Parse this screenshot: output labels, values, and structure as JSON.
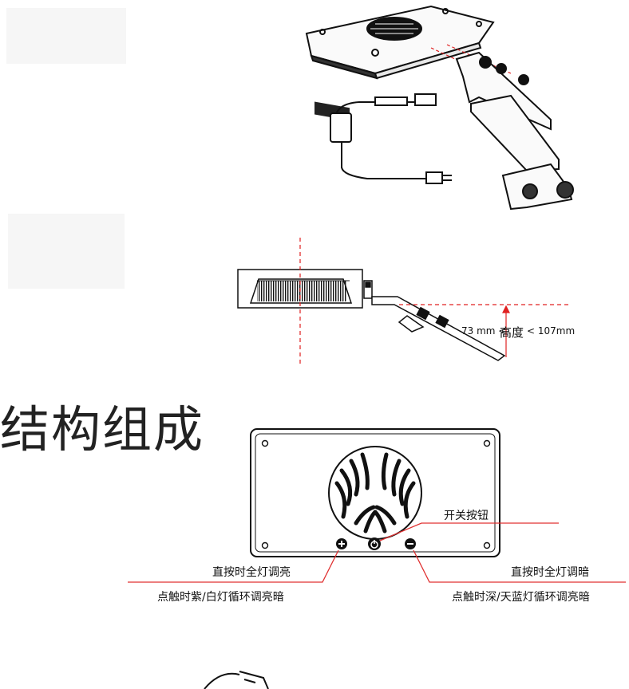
{
  "section": {
    "title": "结构组成"
  },
  "side_view": {
    "height_note": {
      "min": "73 mm <",
      "label": "高度",
      "max": "< 107mm"
    }
  },
  "front_panel": {
    "callouts": {
      "switch_button": "开关按钮",
      "plus_press": "直按时全灯调亮",
      "plus_touch": "点触时紫/白灯循环调亮暗",
      "minus_press": "直按时全灯调暗",
      "minus_touch": "点触时深/天蓝灯循环调亮暗"
    },
    "buttons": {
      "plus": "⊕",
      "power": "⏻",
      "minus": "⊖"
    }
  },
  "colors": {
    "guide_line": "#e02020",
    "callout_line": "#e03030",
    "drawing": "#111111"
  }
}
